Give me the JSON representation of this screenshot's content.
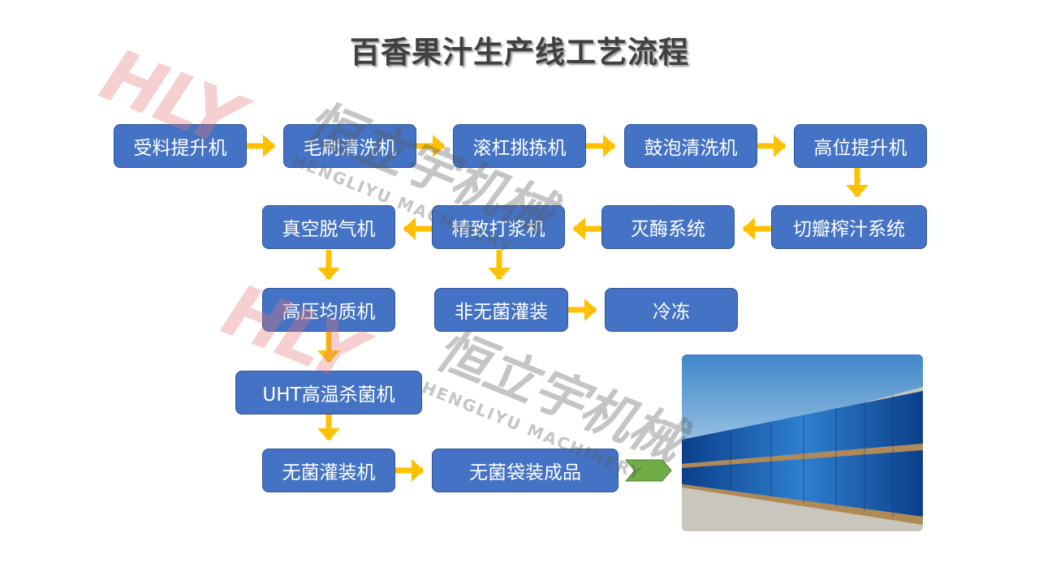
{
  "title": "百香果汁生产线工艺流程",
  "steps": {
    "s1": "受料提升机",
    "s2": "毛刷清洗机",
    "s3": "滚杠挑拣机",
    "s4": "鼓泡清洗机",
    "s5": "高位提升机",
    "s6": "切瓣榨汁系统",
    "s7": "灭酶系统",
    "s8": "精致打浆机",
    "s9": "真空脱气机",
    "s10": "高压均质机",
    "s11": "非无菌灌装",
    "s12": "冷冻",
    "s13": "UHT高温杀菌机",
    "s14": "无菌灌装机",
    "s15": "无菌袋装成品"
  },
  "watermark": {
    "logo": "HLY",
    "cn": "恒立宇机械",
    "en": "HENGLIYU MACHINERY"
  },
  "colors": {
    "box": "#4472c4",
    "box_border": "#2f5597",
    "arrow": "#ffc000",
    "chevron": "#70ad47"
  }
}
